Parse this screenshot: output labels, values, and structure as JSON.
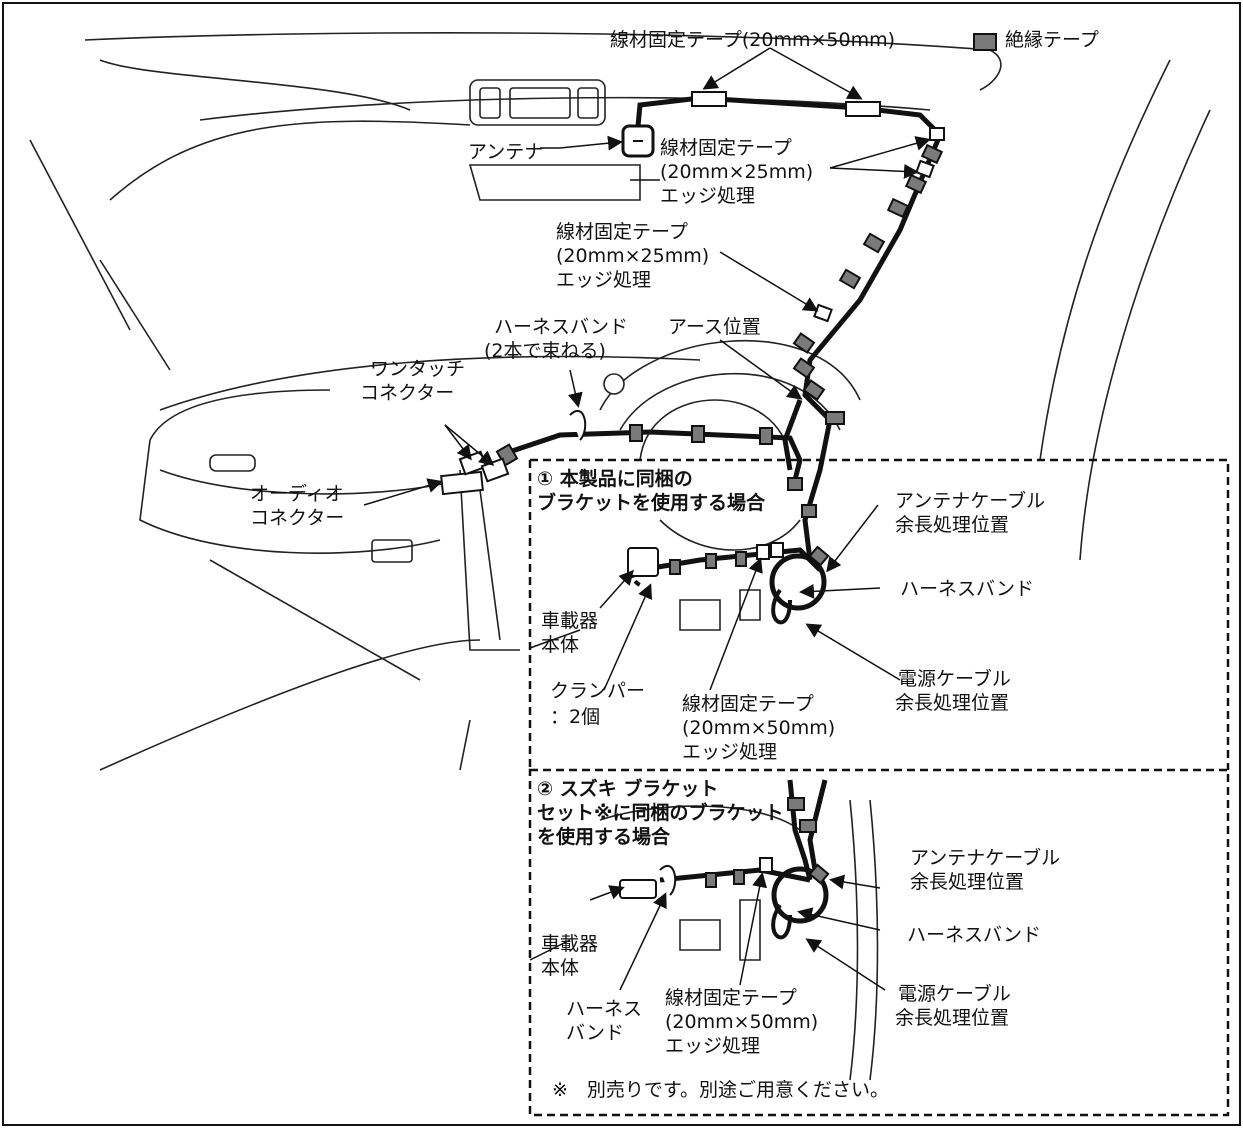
{
  "legend": {
    "insulation_tape": "絶縁テープ"
  },
  "labels": {
    "tape_20x50_top": "線材固定テープ(20mm×50mm)",
    "antenna": "アンテナ",
    "tape_20x25_a": [
      "線材固定テープ",
      "(20mm×25mm)",
      "エッジ処理"
    ],
    "tape_20x25_b": [
      "線材固定テープ",
      "(20mm×25mm)",
      "エッジ処理"
    ],
    "harness_band_top": [
      "ハーネスバンド",
      "(2本で束ねる)"
    ],
    "ground": "アース位置",
    "one_touch": [
      "ワンタッチ",
      "コネクター"
    ],
    "audio": [
      "オーディオ",
      "コネクター"
    ]
  },
  "section1": {
    "title": [
      "① 本製品に同梱の",
      "ブラケットを使用する場合"
    ],
    "antenna_slack": [
      "アンテナケーブル",
      "余長処理位置"
    ],
    "harness_band": "ハーネスバンド",
    "unit_body": [
      "車載器",
      "本体"
    ],
    "clamper": [
      "クランパー",
      "：2個"
    ],
    "tape_20x50": [
      "線材固定テープ",
      "(20mm×50mm)",
      "エッジ処理"
    ],
    "power_slack": [
      "電源ケーブル",
      "余長処理位置"
    ]
  },
  "section2": {
    "title": [
      "② スズキ ブラケット",
      "セット※に同梱のブラケット",
      "を使用する場合"
    ],
    "antenna_slack": [
      "アンテナケーブル",
      "余長処理位置"
    ],
    "harness_band": "ハーネスバンド",
    "unit_body": [
      "車載器",
      "本体"
    ],
    "harness_band_small": [
      "ハーネス",
      "バンド"
    ],
    "tape_20x50": [
      "線材固定テープ",
      "(20mm×50mm)",
      "エッジ処理"
    ],
    "power_slack": [
      "電源ケーブル",
      "余長処理位置"
    ],
    "note": "※　別売りです。別途ご用意ください。"
  }
}
